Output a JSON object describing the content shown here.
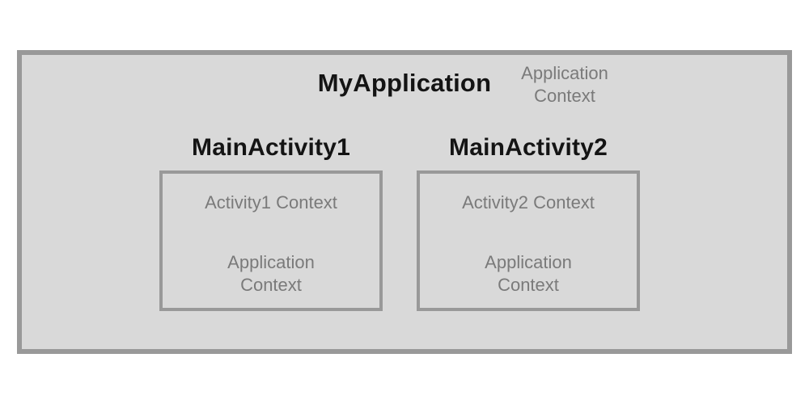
{
  "colors": {
    "page_bg": "#ffffff",
    "box_fill": "#d9d9d9",
    "box_border": "#999999",
    "heading_text": "#141414",
    "muted_text": "#7a7a7a"
  },
  "application": {
    "name": "MyApplication",
    "context_label": "Application Context"
  },
  "activities": [
    {
      "name": "MainActivity1",
      "activity_context_label": "Activity1 Context",
      "application_context_label": "Application Context"
    },
    {
      "name": "MainActivity2",
      "activity_context_label": "Activity2 Context",
      "application_context_label": "Application Context"
    }
  ]
}
